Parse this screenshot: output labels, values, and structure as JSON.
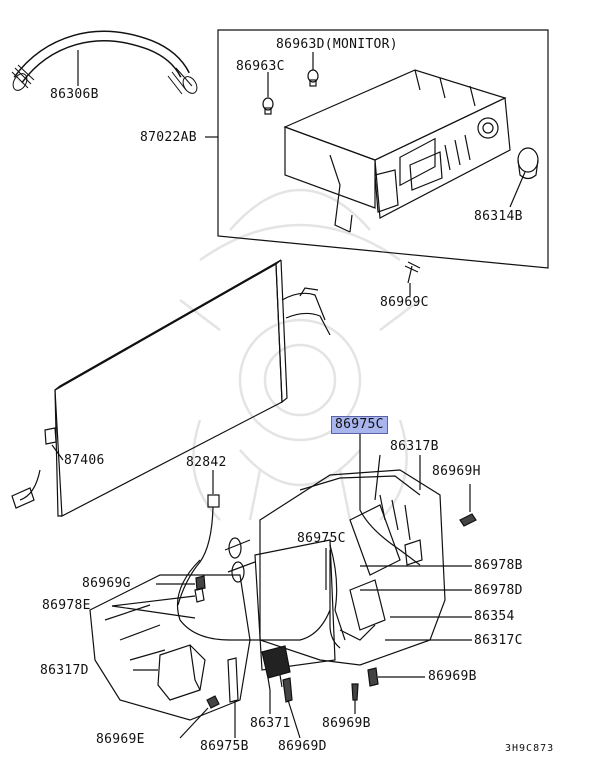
{
  "watermark": {
    "icon": "samurai-helmet-watermark"
  },
  "labels": {
    "l86306B": "86306B",
    "l86963D": "86963D(MONITOR)",
    "l86963C": "86963C",
    "l87022AB": "87022AB",
    "l86314B": "86314B",
    "l86969C": "86969C",
    "l86975C_top": "86975C",
    "l86317B": "86317B",
    "l86969H": "86969H",
    "l87406": "87406",
    "l82842": "82842",
    "l86975C_mid": "86975C",
    "l86978B": "86978B",
    "l86978D": "86978D",
    "l86969G": "86969G",
    "l86978E": "86978E",
    "l86354": "86354",
    "l86317C": "86317C",
    "l86317D": "86317D",
    "l86969B_r": "86969B",
    "l86969E": "86969E",
    "l86975B": "86975B",
    "l86371": "86371",
    "l86969D": "86969D",
    "l86969B_b": "86969B"
  },
  "diagram_code": "3H9C873",
  "colors": {
    "highlight": "#a9b6ee",
    "line": "#111111"
  }
}
